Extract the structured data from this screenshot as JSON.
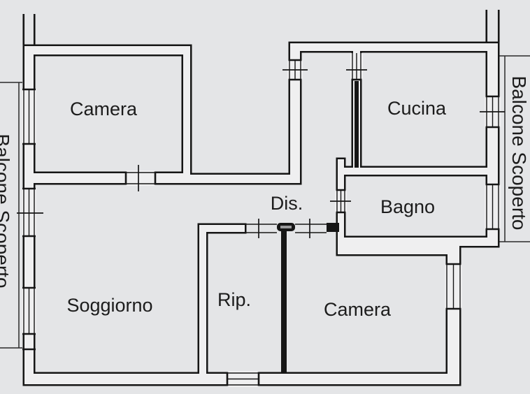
{
  "colors": {
    "background": "#e4e5e7",
    "wall_line": "#161616",
    "wall_fill": "#efeff0",
    "text": "#1c1c1c"
  },
  "rooms": {
    "camera_top_left": "Camera",
    "cucina": "Cucina",
    "dis": "Dis.",
    "bagno": "Bagno",
    "soggiorno": "Soggiorno",
    "rip": "Rip.",
    "camera_bottom": "Camera"
  },
  "balconies": {
    "right": "Balcone Scoperto",
    "left": "Balcone Scoperto"
  }
}
